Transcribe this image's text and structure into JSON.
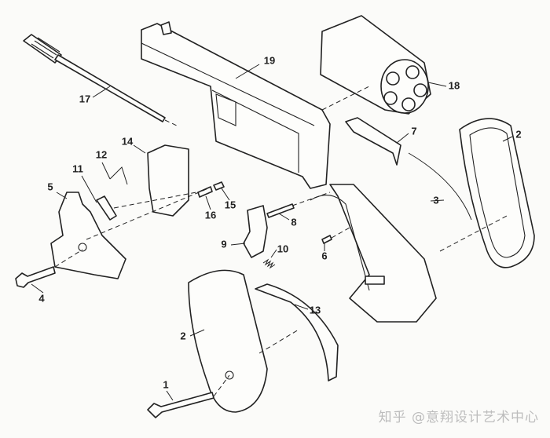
{
  "diagram": {
    "title": "Revolver exploded view",
    "part_labels": [
      "1",
      "2",
      "2",
      "3",
      "4",
      "5",
      "6",
      "7",
      "8",
      "9",
      "10",
      "11",
      "12",
      "13",
      "14",
      "15",
      "16",
      "17",
      "18",
      "19"
    ]
  },
  "watermark": "知乎 @意翔设计艺术中心"
}
